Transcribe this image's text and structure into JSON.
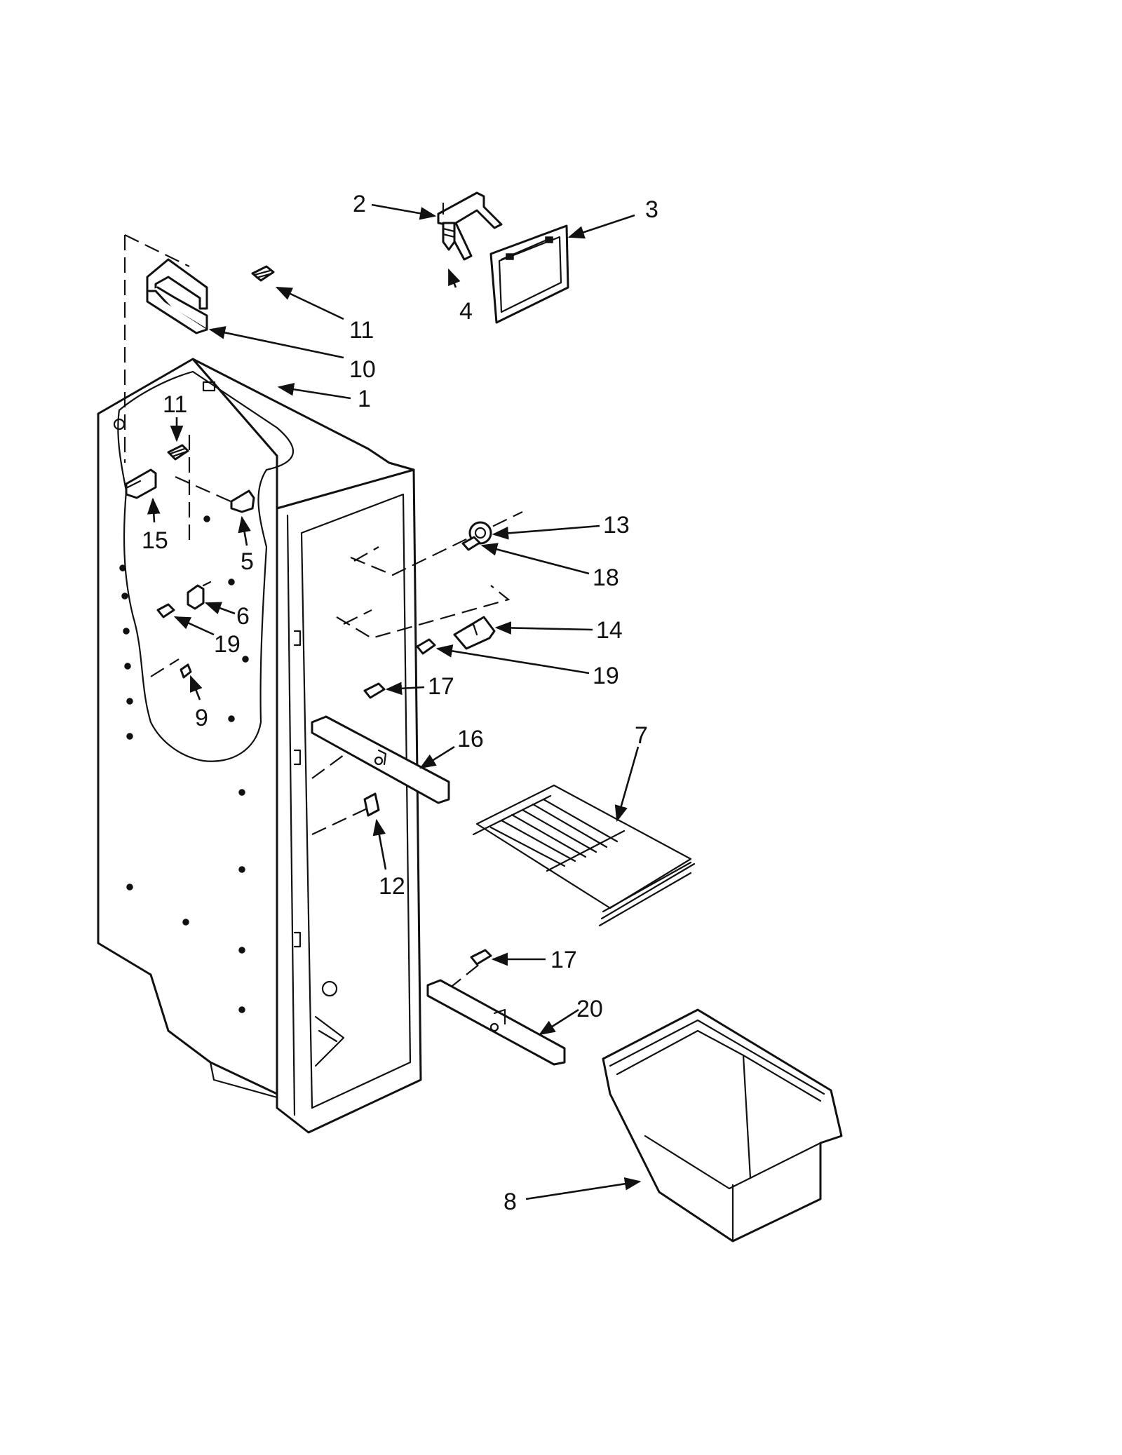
{
  "diagram": {
    "background": "#ffffff",
    "ink": "#111111",
    "callouts": [
      "1",
      "2",
      "3",
      "4",
      "5",
      "6",
      "7",
      "8",
      "9",
      "10",
      "11",
      "11",
      "12",
      "13",
      "14",
      "15",
      "16",
      "17",
      "17",
      "18",
      "19",
      "19",
      "20"
    ]
  }
}
